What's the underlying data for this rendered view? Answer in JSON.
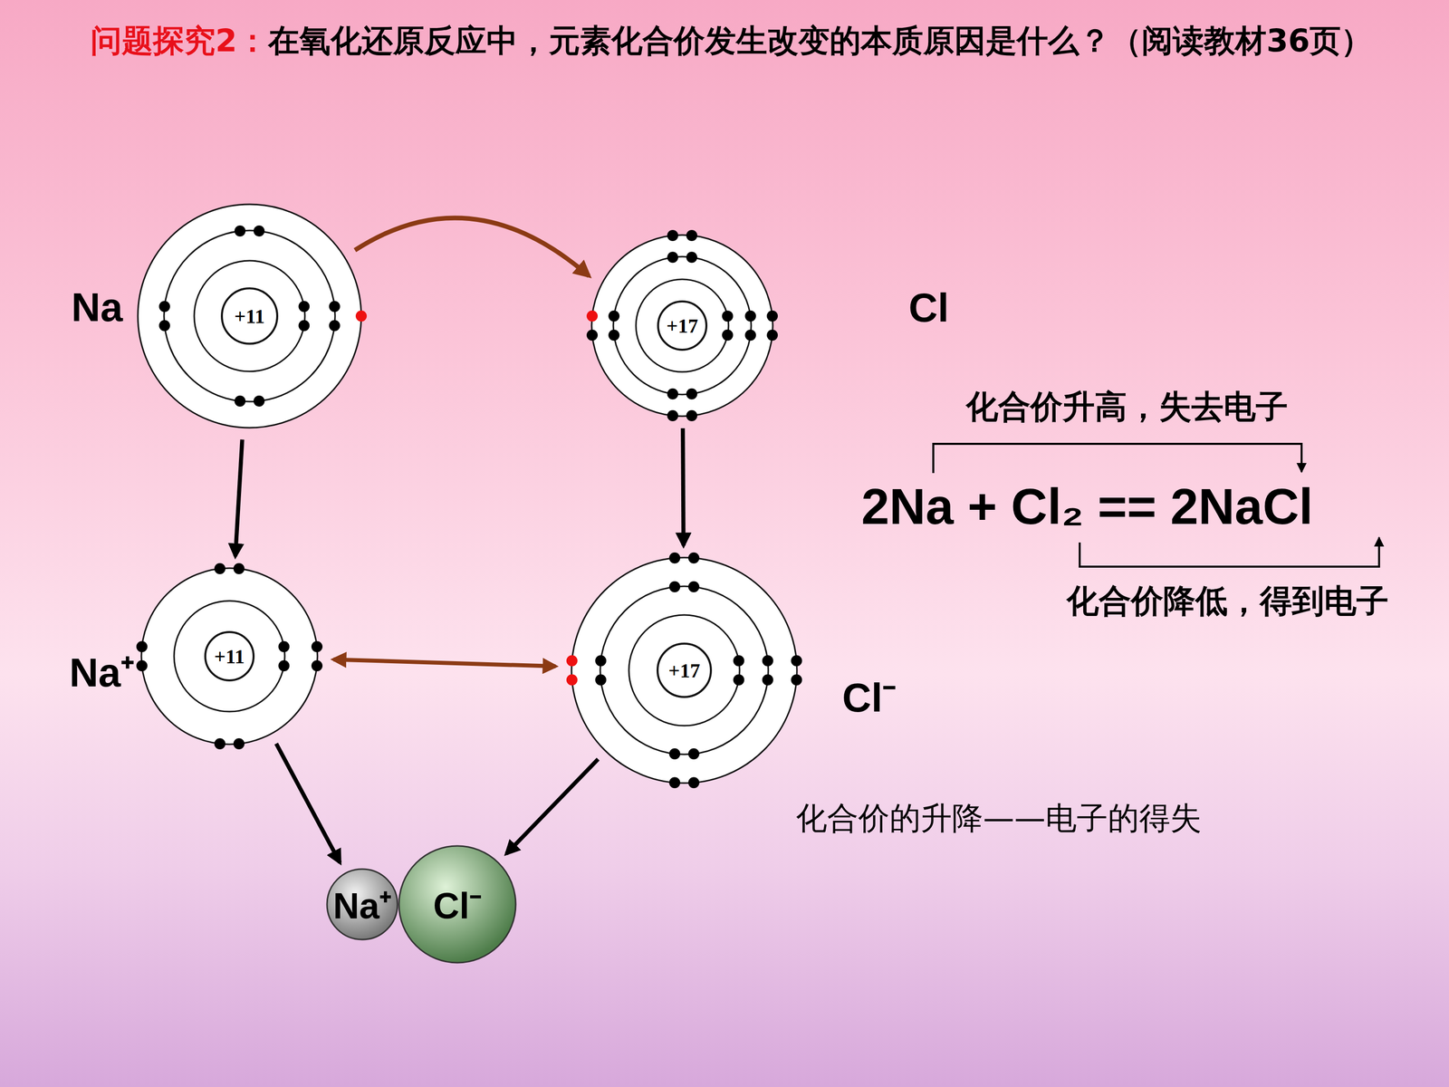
{
  "diagram": {
    "title": "在氧化还原反应中，元素化合价发生改变的本质原因是什么？（阅读教材36页）",
    "nodes": [
      {
        "text": [
          "Na"
        ]
      },
      {
        "text": [
          "+11"
        ],
        "in": 0
      },
      {
        "text": [
          "Cl"
        ]
      },
      {
        "text": [
          "+17"
        ],
        "in": 2
      },
      {
        "text": [
          "Na⁺"
        ]
      },
      {
        "text": [
          "+11"
        ],
        "in": 4
      },
      {
        "text": [
          "Cl⁻"
        ]
      },
      {
        "text": [
          "+17"
        ],
        "in": 6
      },
      {
        "text": [
          "Na⁺"
        ]
      },
      {
        "text": [
          "Cl⁻"
        ]
      }
    ],
    "edges": [
      {
        "from": 0,
        "to": 2,
        "arrow": "to"
      },
      {
        "from": 0,
        "to": 4,
        "arrow": "to"
      },
      {
        "from": 2,
        "to": 6,
        "arrow": "to"
      },
      {
        "from": 4,
        "to": 6,
        "arrow": "both"
      },
      {
        "from": 4,
        "to": 8,
        "arrow": "to"
      },
      {
        "from": 6,
        "to": 9,
        "arrow": "to"
      }
    ],
    "labels": [
      "问题探究2：",
      "2Na + Cl₂ == 2NaCl",
      "化合价升高，失去电子",
      "化合价降低，得到电子",
      "化合价的升降——电子的得失"
    ]
  }
}
